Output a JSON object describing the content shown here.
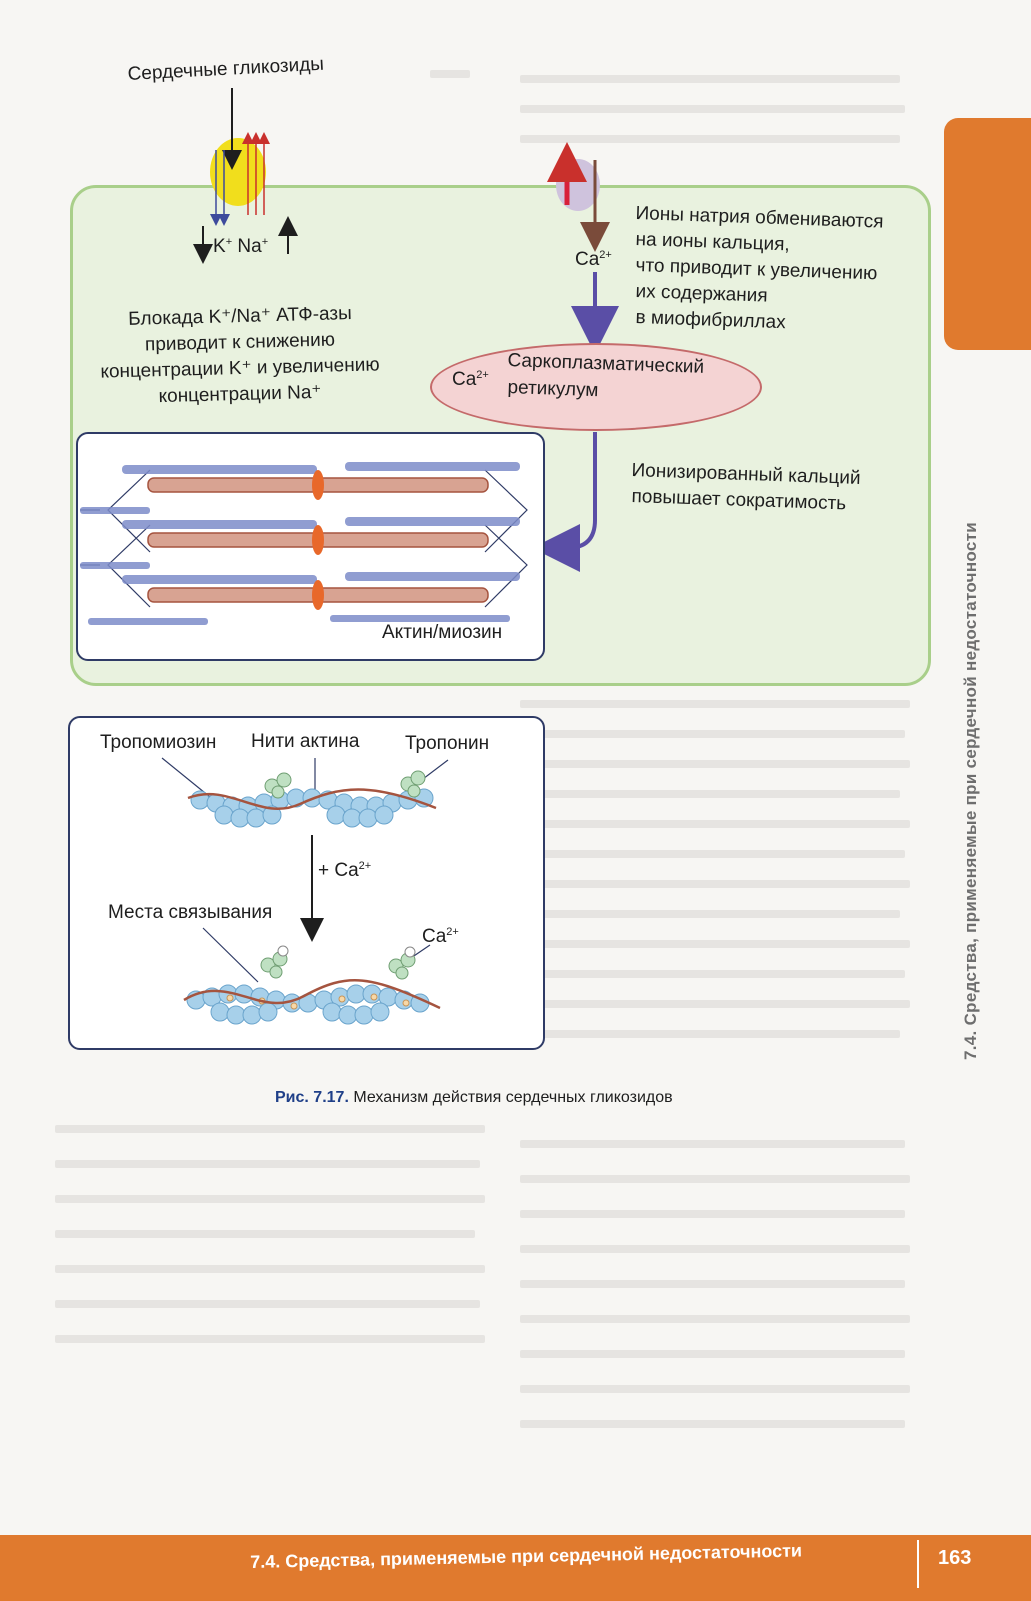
{
  "figure": {
    "top": {
      "glycosides_label": "Сердечные гликозиды",
      "ions_k": "K",
      "ions_na": "Na",
      "ion_charge_plus": "+",
      "blockade_lines": [
        "Блокада K⁺/Na⁺ АТФ-азы",
        "приводит к снижению",
        "концентрации K⁺ и увеличению",
        "концентрации Na⁺"
      ],
      "calcium_ion": "Ca",
      "calcium_charge": "2+",
      "exchange_lines": [
        "Ионы натрия обмениваются",
        "на ионы кальция,",
        "что приводит к увеличению",
        "их содержания",
        "в миофибриллах"
      ],
      "sr_ion": "Ca",
      "sr_charge": "2+",
      "sr_lines": [
        "Саркоплазматический",
        "ретикулум"
      ],
      "contractility_lines": [
        "Ионизированный кальций",
        "повышает сократимость"
      ],
      "actin_myosin_label": "Актин/миозин"
    },
    "bottom": {
      "tropomyosin_label": "Тропомиозин",
      "actin_label": "Нити актина",
      "troponin_label": "Тропонин",
      "plus_ca_label": "+ Ca",
      "plus_ca_charge": "2+",
      "binding_sites_label": "Места связывания",
      "bottom_ca_label": "Ca",
      "bottom_ca_charge": "2+"
    },
    "caption_number": "Рис. 7.17.",
    "caption_text": "Механизм действия сердечных гликозидов"
  },
  "page": {
    "side_title": "7.4. Средства, применяемые при сердечной недостаточности",
    "footer_title": "7.4. Средства, применяемые при сердечной недостаточности",
    "page_number": "163"
  },
  "colors": {
    "accent_orange": "#e07a2e",
    "panel_green": "#e9f2df",
    "arrow_purple": "#5a4ea6",
    "caption_blue": "#1f3f88"
  }
}
